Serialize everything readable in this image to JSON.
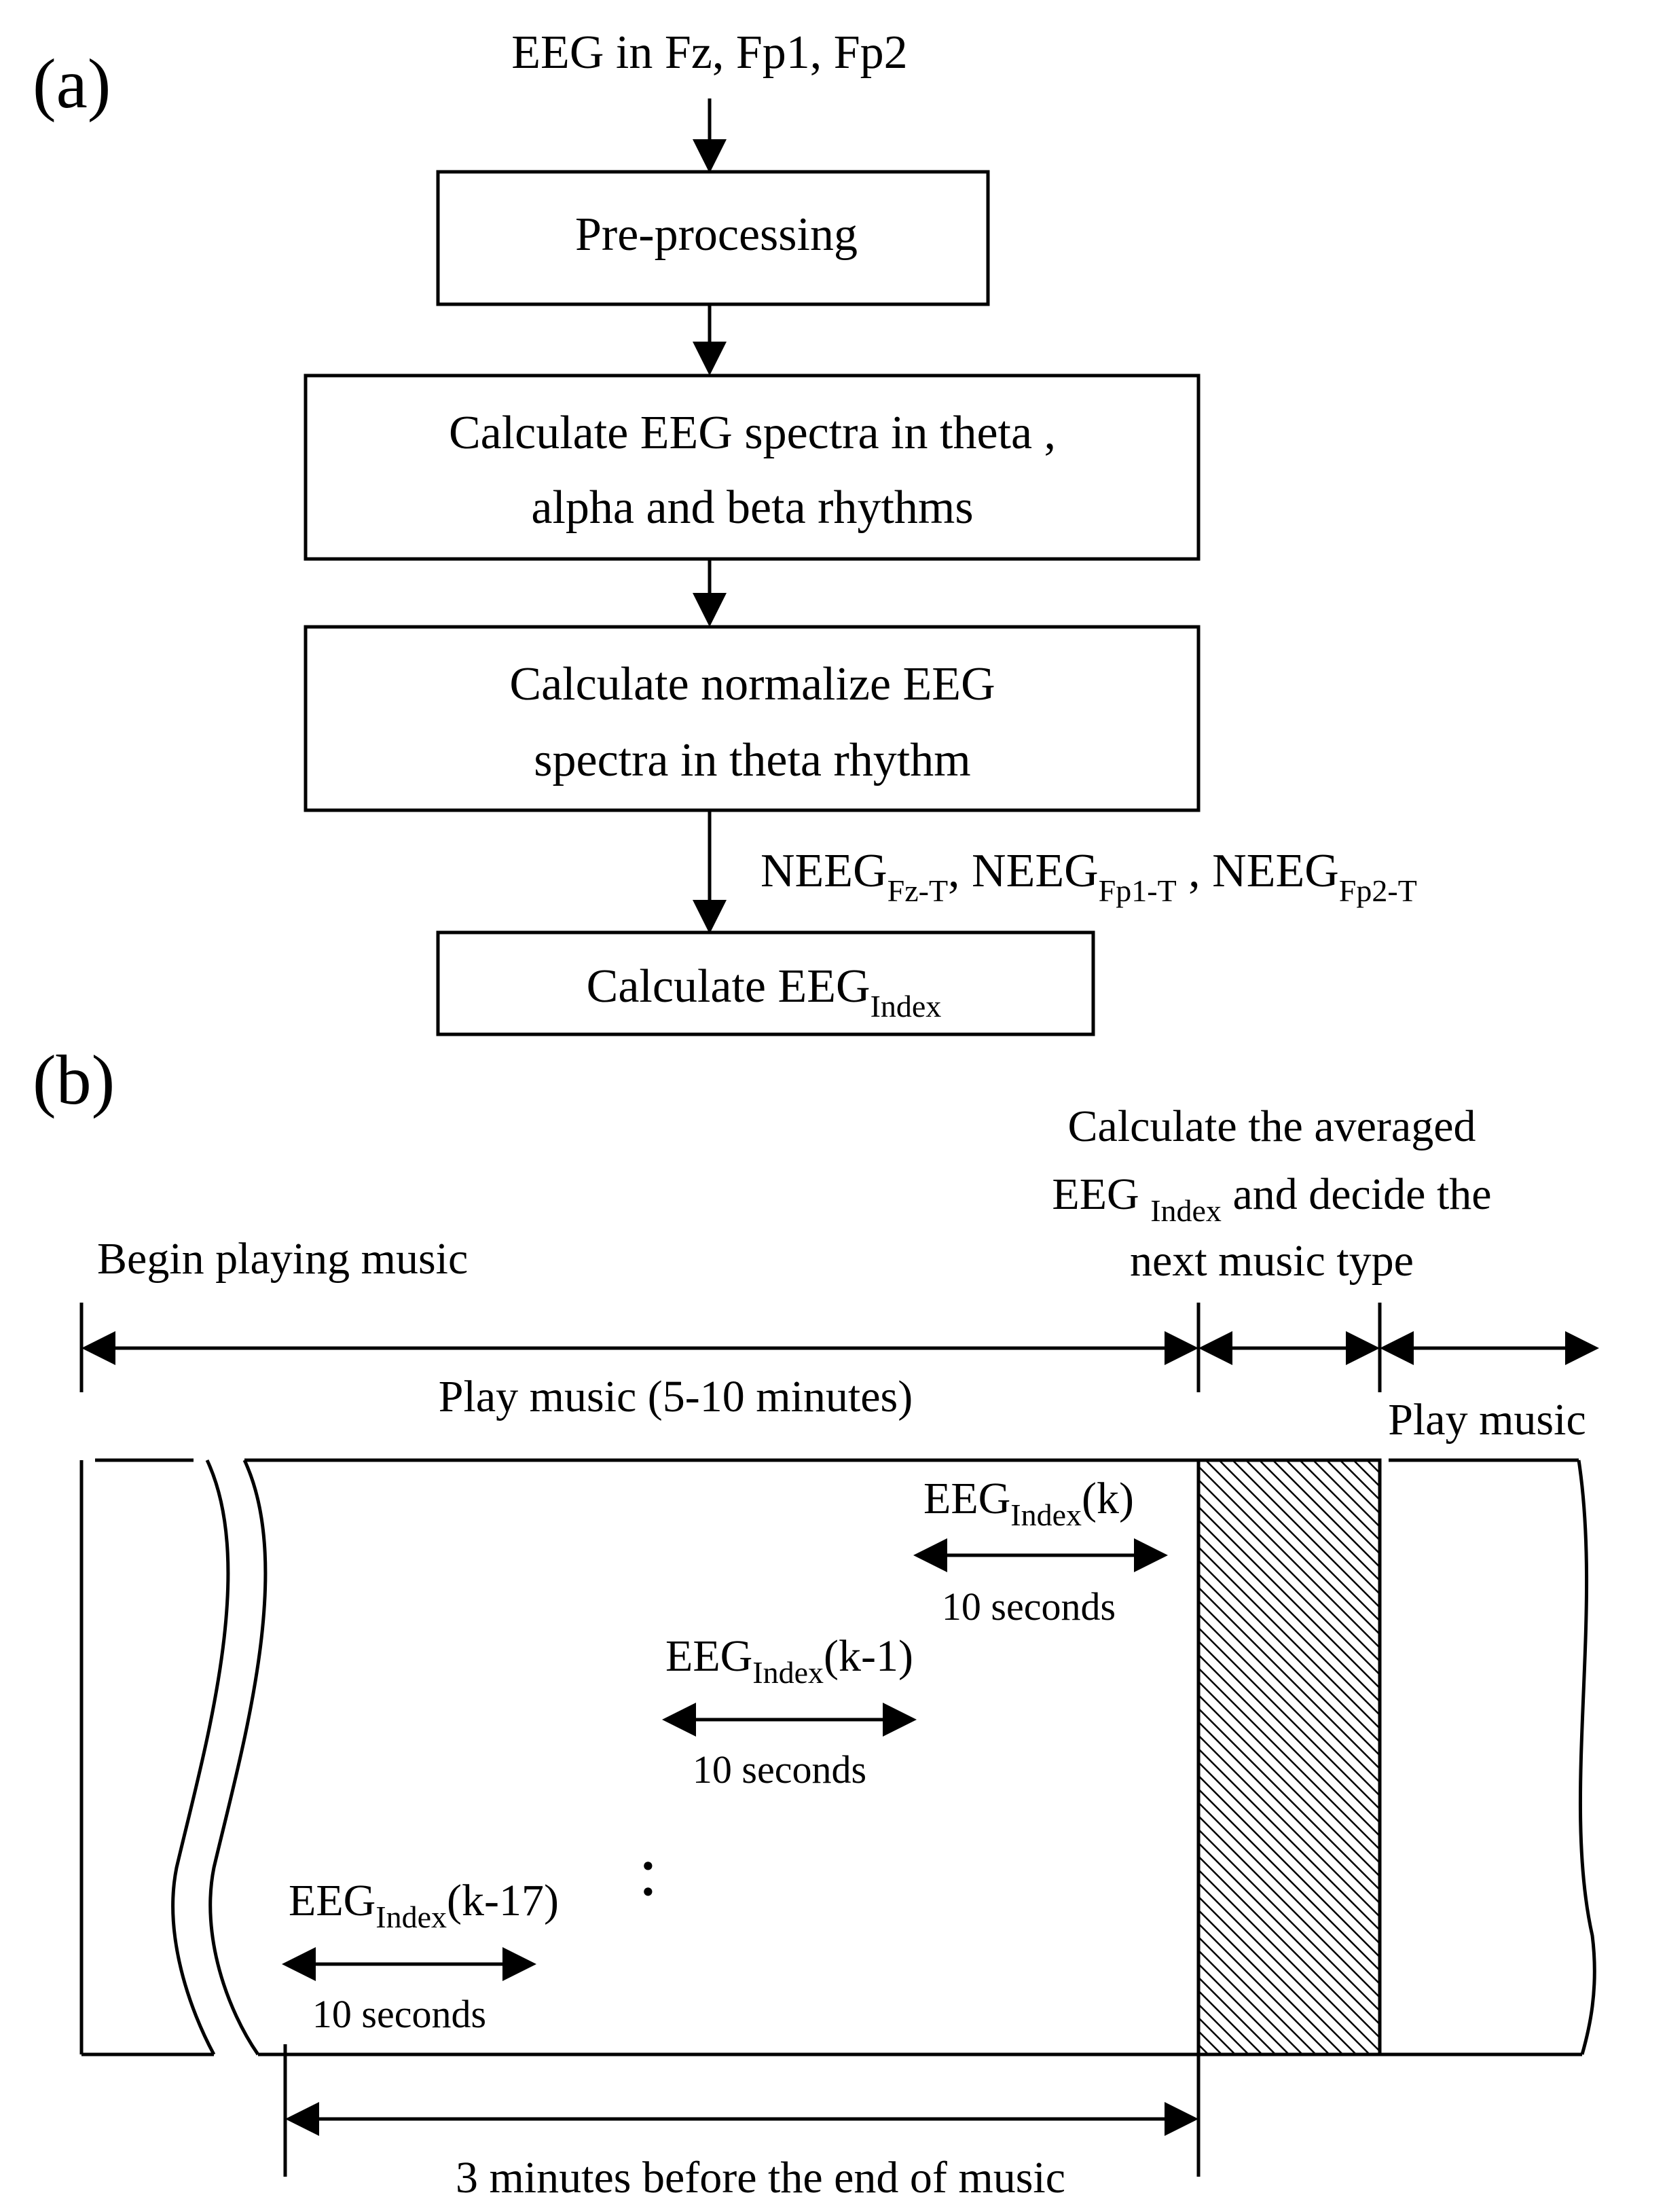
{
  "panel_a": {
    "label": "(a)",
    "input": "EEG in Fz, Fp1, Fp2",
    "box1": "Pre-processing",
    "box2_line1": "Calculate EEG spectra in theta ,",
    "box2_line2": "alpha and beta rhythms",
    "box3_line1": "Calculate normalize EEG",
    "box3_line2": "spectra in theta rhythm",
    "neeg": "NEEG",
    "neeg_sub1": "Fz-T",
    "sep1": ", ",
    "neeg_sub2": "Fp1-T",
    "sep2": " , ",
    "neeg_sub3": "Fp2-T",
    "box4_main": "Calculate EEG",
    "box4_sub": "Index"
  },
  "panel_b": {
    "label": "(b)",
    "begin": "Begin playing music",
    "avg_line1": "Calculate the averaged",
    "avg_line2_main": "EEG ",
    "avg_line2_sub": "Index",
    "avg_line2_rest": " and decide the",
    "avg_line3": "next music type",
    "play_long": "Play music (5-10 minutes)",
    "play_short": "Play music",
    "eeg_main": "EEG",
    "eeg_sub": "Index",
    "eeg_k": "(k)",
    "eeg_k1": "(k-1)",
    "eeg_k17": "(k-17)",
    "ten_seconds": "10 seconds",
    "ellipsis": ":",
    "three_minutes": "3 minutes before the end of music"
  }
}
